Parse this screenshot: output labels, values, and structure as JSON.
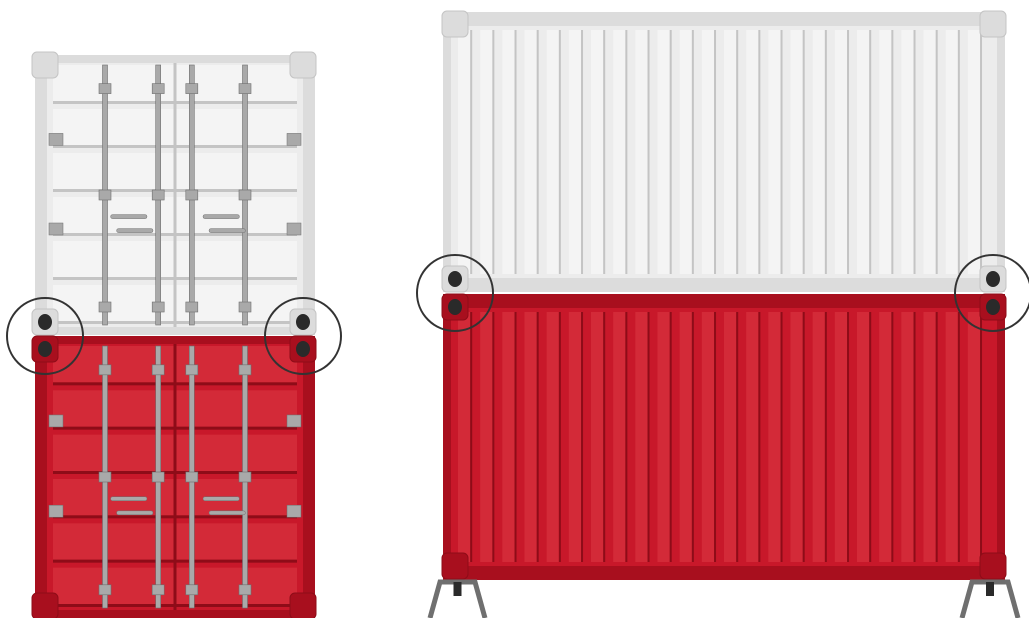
{
  "scene": {
    "colors": {
      "white_body": "#ececec",
      "white_frame": "#dcdcdc",
      "white_panel": "#f4f4f4",
      "white_shadow": "#c4c4c4",
      "red_body": "#c8182a",
      "red_frame": "#a80f1e",
      "red_panel": "#d32a38",
      "red_shadow": "#8e0c18",
      "steel": "#a9a9a9",
      "steel_dark": "#6f6f6f",
      "hole": "#2a2a2a",
      "marker": "#333333",
      "background": "#ffffff"
    },
    "left_stack": {
      "top_container_color": "white",
      "bottom_container_color": "red",
      "door_rows": 6,
      "locking_bars": 4
    },
    "right_stack": {
      "top_container_color": "white",
      "bottom_container_color": "red",
      "side_ribs": 24
    },
    "highlight_markers": 4
  }
}
